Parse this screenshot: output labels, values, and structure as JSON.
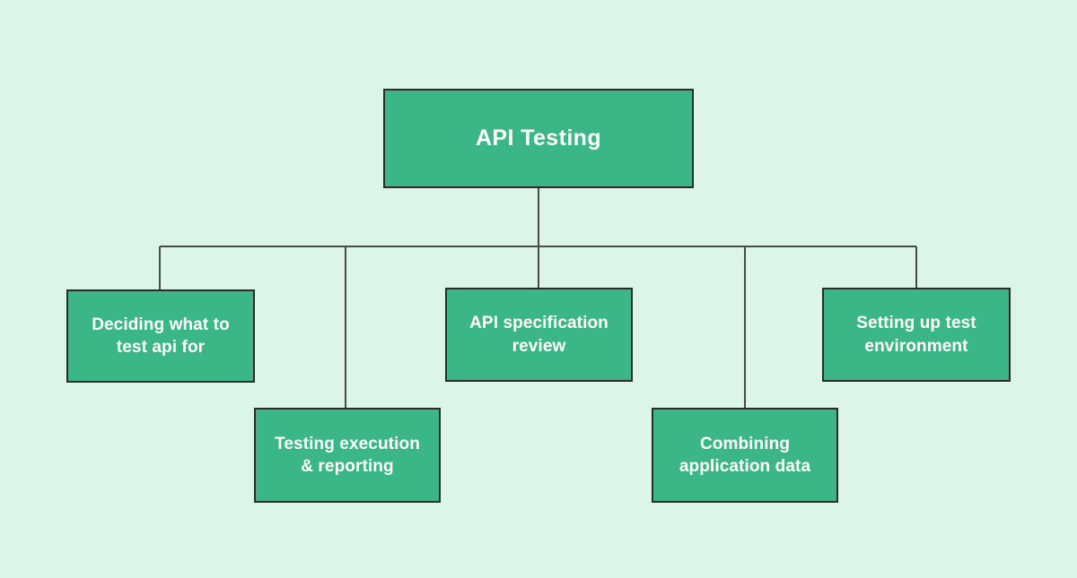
{
  "diagram": {
    "title": "API Testing",
    "type": "tree",
    "colors": {
      "background": "#dcf5e9",
      "node_fill": "#3bb787",
      "node_border": "#2b2b2b",
      "node_text": "#ffffff",
      "connector": "#4a4a4a"
    },
    "root": {
      "label": "API Testing"
    },
    "children": [
      {
        "id": "a",
        "label": "Deciding what to\ntest api for"
      },
      {
        "id": "b",
        "label": "Testing execution\n& reporting"
      },
      {
        "id": "c",
        "label": "API specification\nreview"
      },
      {
        "id": "d",
        "label": "Combining\napplication data"
      },
      {
        "id": "e",
        "label": "Setting up test\nenvironment"
      }
    ]
  }
}
